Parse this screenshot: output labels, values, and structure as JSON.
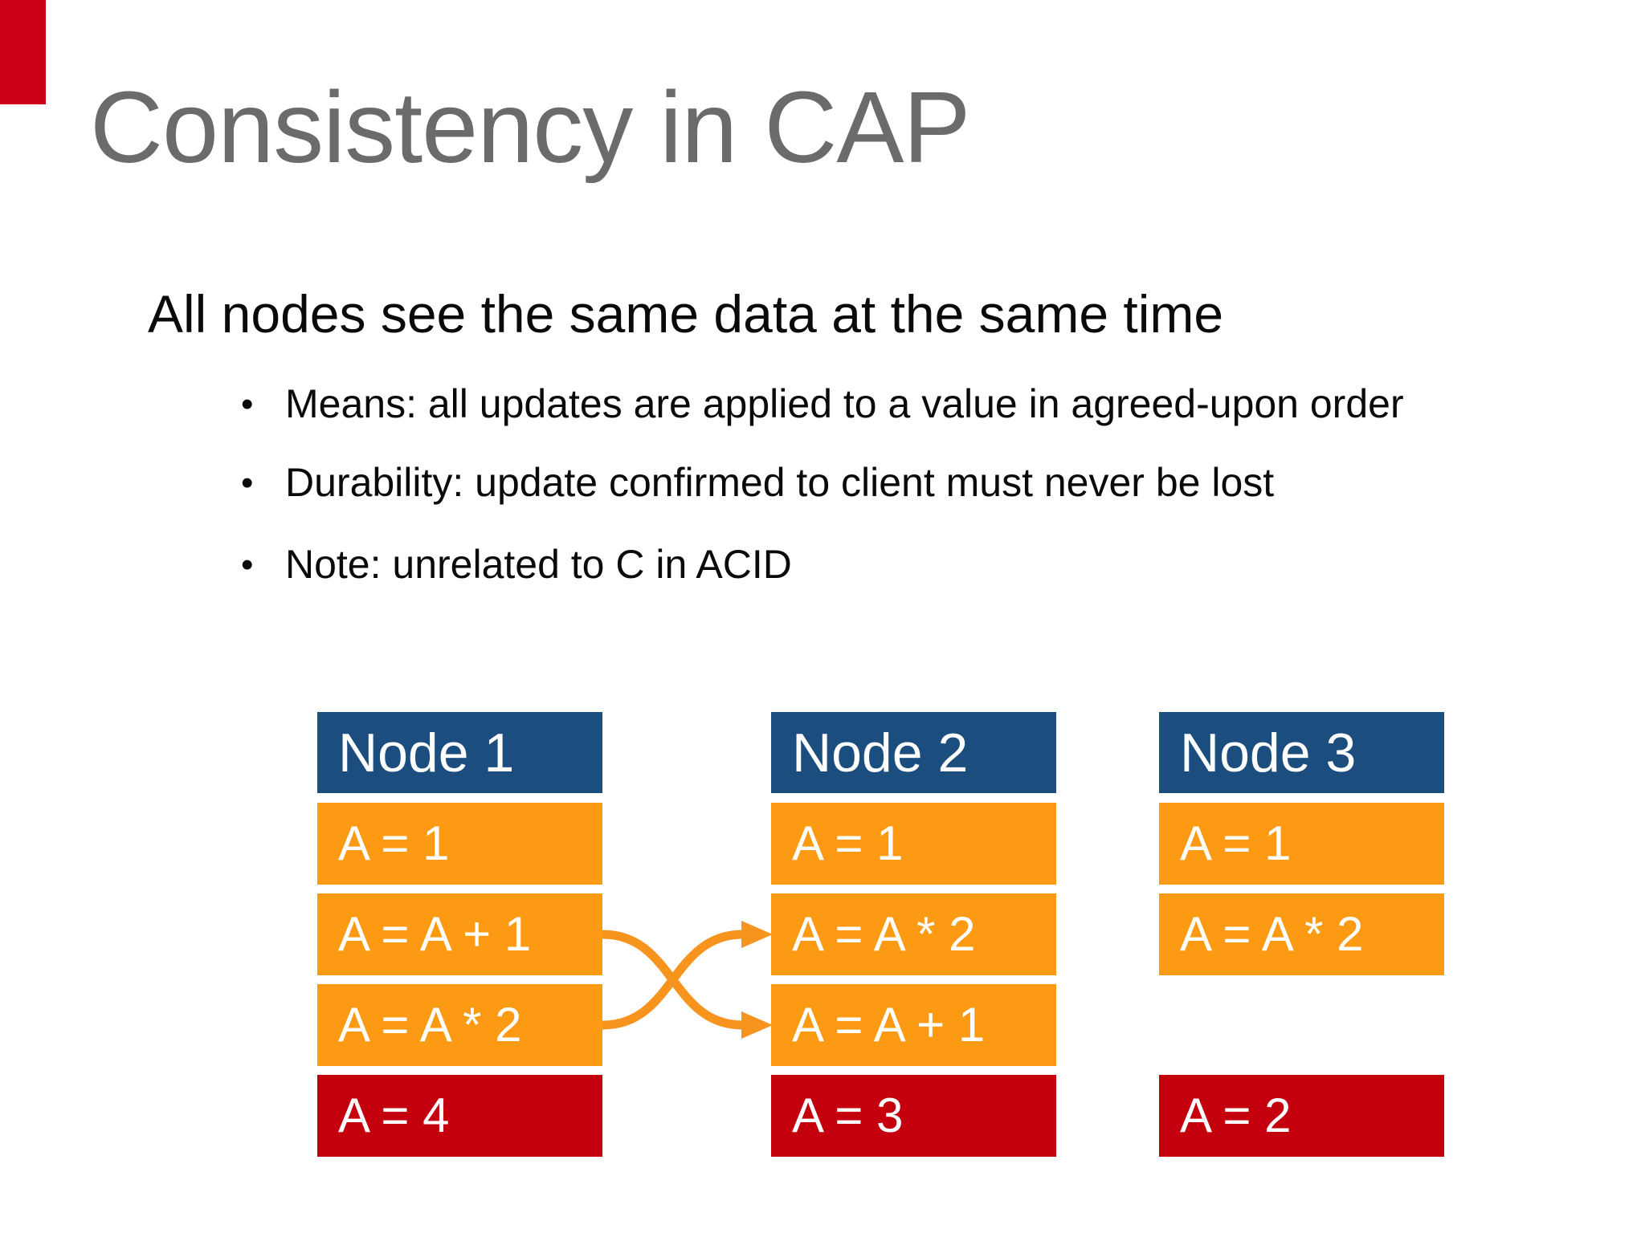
{
  "slide": {
    "title": "Consistency in CAP",
    "heading": "All nodes see the same data at the same time",
    "bullet_glyph": "•",
    "bullets": [
      "Means: all updates are applied to a value in agreed-upon order",
      "Durability: update confirmed to client must never be lost",
      "Note: unrelated to C in ACID"
    ]
  },
  "colors": {
    "title_gray": "#6B6B6B",
    "header_blue": "#1B4D7E",
    "box_orange": "#FC9B13",
    "box_red": "#C4000E",
    "arrow_orange": "#F7941D",
    "corner_red": "#CB0017",
    "cell_text": "#FFFFFF"
  },
  "diagram": {
    "nodes": [
      {
        "title": "Node 1",
        "steps": [
          {
            "label": "A = 1",
            "type": "op"
          },
          {
            "label": "A = A + 1",
            "type": "op"
          },
          {
            "label": "A = A * 2",
            "type": "op"
          },
          {
            "label": "A = 4",
            "type": "result"
          }
        ]
      },
      {
        "title": "Node 2",
        "steps": [
          {
            "label": "A = 1",
            "type": "op"
          },
          {
            "label": "A = A * 2",
            "type": "op"
          },
          {
            "label": "A = A + 1",
            "type": "op"
          },
          {
            "label": "A = 3",
            "type": "result"
          }
        ]
      },
      {
        "title": "Node 3",
        "steps": [
          {
            "label": "A = 1",
            "type": "op"
          },
          {
            "label": "A = A * 2",
            "type": "op"
          },
          {
            "label": "",
            "type": "empty"
          },
          {
            "label": "A = 2",
            "type": "result"
          }
        ]
      }
    ],
    "arrows": [
      {
        "from": "node1-step2",
        "to": "node2-step3"
      },
      {
        "from": "node1-step3",
        "to": "node2-step2"
      }
    ]
  }
}
